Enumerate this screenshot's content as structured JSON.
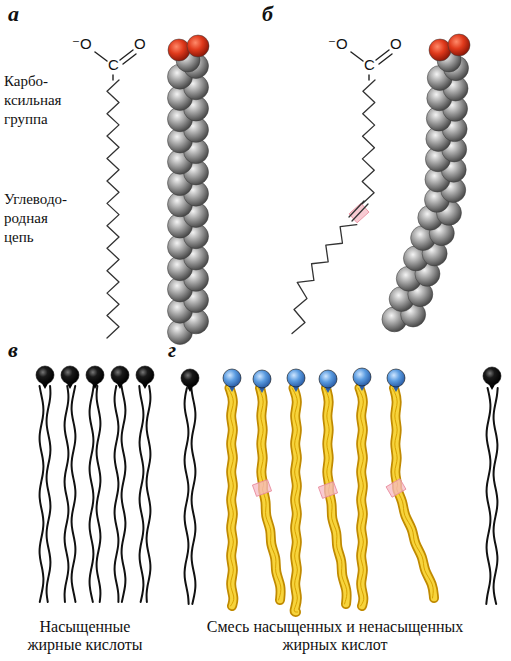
{
  "diagram": {
    "labels": [
      "а",
      "⁻O",
      "O",
      "C",
      "Карбо- ксильная группа",
      "Углеводо- родная цепь",
      "б",
      "⁻O",
      "O",
      "C",
      "в",
      "г",
      "Насыщенные жирные кислоты",
      "Смесь насыщенных и ненасыщенных жирных кислот"
    ]
  }
}
